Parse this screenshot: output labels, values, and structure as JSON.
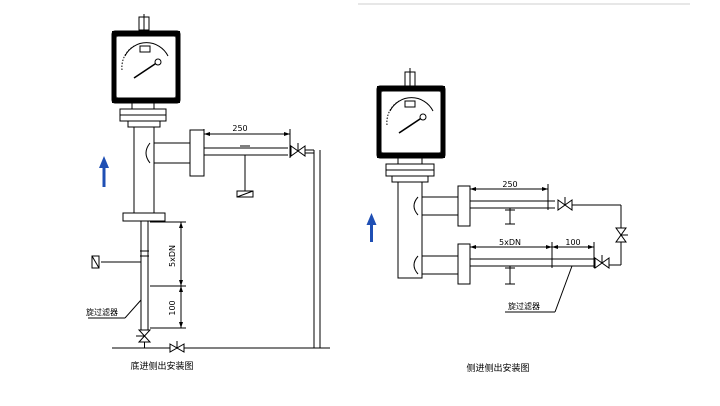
{
  "left_diagram": {
    "caption": "底进侧出安装图",
    "dim_top": "250",
    "dim_vertical_1": "5xDN",
    "dim_vertical_2": "100",
    "filter_label": "旋过滤器"
  },
  "right_diagram": {
    "caption": "侧进侧出安装图",
    "dim_upper": "250",
    "dim_lower_1": "5xDN",
    "dim_lower_2": "100",
    "filter_label": "旋过滤器"
  },
  "colors": {
    "line": "#000000",
    "arrow": "#1f4fb4"
  }
}
